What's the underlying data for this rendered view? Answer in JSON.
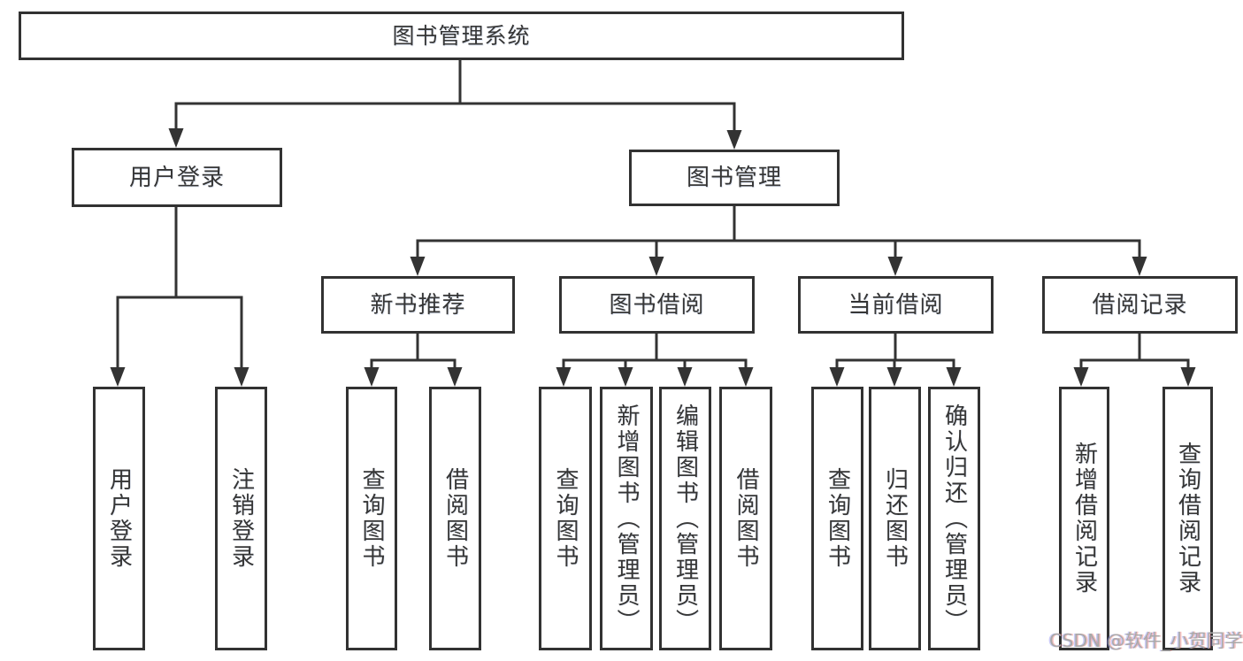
{
  "diagram": {
    "title_node": {
      "label": "图书管理系统"
    },
    "level2": {
      "user_login": {
        "label": "用户登录"
      },
      "book_mgmt": {
        "label": "图书管理"
      }
    },
    "level3": {
      "new_book_rec": {
        "label": "新书推荐"
      },
      "book_borrow": {
        "label": "图书借阅"
      },
      "current_borrow": {
        "label": "当前借阅"
      },
      "borrow_records": {
        "label": "借阅记录"
      }
    },
    "leaves": {
      "user_login_leaf": {
        "label": "用户登录"
      },
      "logout_leaf": {
        "label": "注销登录"
      },
      "query_book_1": {
        "label": "查询图书"
      },
      "borrow_book_1": {
        "label": "借阅图书"
      },
      "query_book_2": {
        "label": "查询图书"
      },
      "add_book_admin": {
        "label": "新增图书（管理员）"
      },
      "edit_book_admin": {
        "label": "编辑图书（管理员）"
      },
      "borrow_book_2": {
        "label": "借阅图书"
      },
      "query_book_3": {
        "label": "查询图书"
      },
      "return_book": {
        "label": "归还图书"
      },
      "confirm_return_admin": {
        "label": "确认归还（管理员）"
      },
      "add_borrow_record": {
        "label": "新增借阅记录"
      },
      "query_borrow_record": {
        "label": "查询借阅记录"
      }
    }
  },
  "watermark": {
    "text": "CSDN @软件_小贺同学"
  },
  "colors": {
    "line": "#333333",
    "box_border": "#323232",
    "text": "#363636",
    "watermark_text": "#a9a9a9",
    "background": "#ffffff"
  }
}
